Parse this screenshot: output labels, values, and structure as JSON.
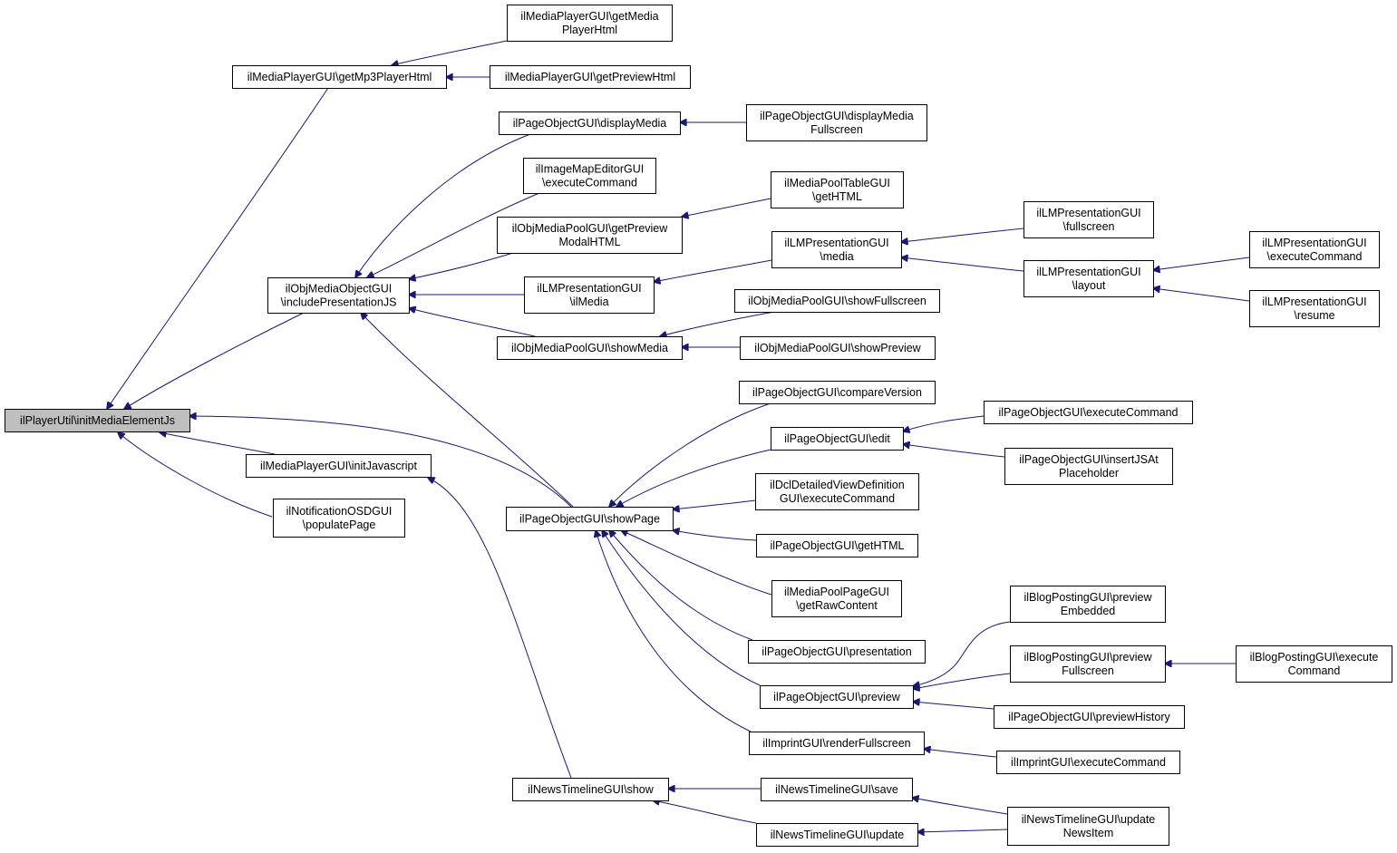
{
  "diagram": {
    "nodes": [
      {
        "id": "root",
        "lines": [
          "ilPlayerUtil\\initMediaElementJs"
        ],
        "root": true
      },
      {
        "id": "getMp3",
        "lines": [
          "ilMediaPlayerGUI\\getMp3PlayerHtml"
        ]
      },
      {
        "id": "getMediaPlayer",
        "lines": [
          "ilMediaPlayerGUI\\getMedia",
          "PlayerHtml"
        ]
      },
      {
        "id": "getPreviewHtml",
        "lines": [
          "ilMediaPlayerGUI\\getPreviewHtml"
        ]
      },
      {
        "id": "includePres",
        "lines": [
          "ilObjMediaObjectGUI",
          "\\includePresentationJS"
        ]
      },
      {
        "id": "displayMedia",
        "lines": [
          "ilPageObjectGUI\\displayMedia"
        ]
      },
      {
        "id": "displayMediaFull",
        "lines": [
          "ilPageObjectGUI\\displayMedia",
          "Fullscreen"
        ]
      },
      {
        "id": "imageMap",
        "lines": [
          "ilImageMapEditorGUI",
          "\\executeCommand"
        ]
      },
      {
        "id": "getPreviewModal",
        "lines": [
          "ilObjMediaPoolGUI\\getPreview",
          "ModalHTML"
        ]
      },
      {
        "id": "mediaPoolTable",
        "lines": [
          "ilMediaPoolTableGUI",
          "\\getHTML"
        ]
      },
      {
        "id": "lmMedia",
        "lines": [
          "ilLMPresentationGUI",
          "\\ilMedia"
        ]
      },
      {
        "id": "lmMedia2",
        "lines": [
          "ilLMPresentationGUI",
          "\\media"
        ]
      },
      {
        "id": "lmFullscreen",
        "lines": [
          "ilLMPresentationGUI",
          "\\fullscreen"
        ]
      },
      {
        "id": "lmLayout",
        "lines": [
          "ilLMPresentationGUI",
          "\\layout"
        ]
      },
      {
        "id": "lmExec",
        "lines": [
          "ilLMPresentationGUI",
          "\\executeCommand"
        ]
      },
      {
        "id": "lmResume",
        "lines": [
          "ilLMPresentationGUI",
          "\\resume"
        ]
      },
      {
        "id": "showFullscreen",
        "lines": [
          "ilObjMediaPoolGUI\\showFullscreen"
        ]
      },
      {
        "id": "showMedia",
        "lines": [
          "ilObjMediaPoolGUI\\showMedia"
        ]
      },
      {
        "id": "showPreview",
        "lines": [
          "ilObjMediaPoolGUI\\showPreview"
        ]
      },
      {
        "id": "initJs",
        "lines": [
          "ilMediaPlayerGUI\\initJavascript"
        ]
      },
      {
        "id": "notif",
        "lines": [
          "ilNotificationOSDGUI",
          "\\populatePage"
        ]
      },
      {
        "id": "showPage",
        "lines": [
          "ilPageObjectGUI\\showPage"
        ]
      },
      {
        "id": "compareVersion",
        "lines": [
          "ilPageObjectGUI\\compareVersion"
        ]
      },
      {
        "id": "edit",
        "lines": [
          "ilPageObjectGUI\\edit"
        ]
      },
      {
        "id": "pageExec",
        "lines": [
          "ilPageObjectGUI\\executeCommand"
        ]
      },
      {
        "id": "insertJS",
        "lines": [
          "ilPageObjectGUI\\insertJSAt",
          "Placeholder"
        ]
      },
      {
        "id": "dcl",
        "lines": [
          "ilDclDetailedViewDefinition",
          "GUI\\executeCommand"
        ]
      },
      {
        "id": "pageGetHTML",
        "lines": [
          "ilPageObjectGUI\\getHTML"
        ]
      },
      {
        "id": "mediaPoolPage",
        "lines": [
          "ilMediaPoolPageGUI",
          "\\getRawContent"
        ]
      },
      {
        "id": "presentation",
        "lines": [
          "ilPageObjectGUI\\presentation"
        ]
      },
      {
        "id": "preview",
        "lines": [
          "ilPageObjectGUI\\preview"
        ]
      },
      {
        "id": "blogEmbedded",
        "lines": [
          "ilBlogPostingGUI\\preview",
          "Embedded"
        ]
      },
      {
        "id": "blogFullscreen",
        "lines": [
          "ilBlogPostingGUI\\preview",
          "Fullscreen"
        ]
      },
      {
        "id": "blogExec",
        "lines": [
          "ilBlogPostingGUI\\execute",
          "Command"
        ]
      },
      {
        "id": "previewHistory",
        "lines": [
          "ilPageObjectGUI\\previewHistory"
        ]
      },
      {
        "id": "imprintRender",
        "lines": [
          "ilImprintGUI\\renderFullscreen"
        ]
      },
      {
        "id": "imprintExec",
        "lines": [
          "ilImprintGUI\\executeCommand"
        ]
      },
      {
        "id": "newsShow",
        "lines": [
          "ilNewsTimelineGUI\\show"
        ]
      },
      {
        "id": "newsSave",
        "lines": [
          "ilNewsTimelineGUI\\save"
        ]
      },
      {
        "id": "newsUpdate",
        "lines": [
          "ilNewsTimelineGUI\\update"
        ]
      },
      {
        "id": "newsUpdateItem",
        "lines": [
          "ilNewsTimelineGUI\\update",
          "NewsItem"
        ]
      }
    ],
    "edges": [
      {
        "from": "getMp3",
        "to": "root"
      },
      {
        "from": "includePres",
        "to": "root"
      },
      {
        "from": "showPage",
        "to": "root"
      },
      {
        "from": "initJs",
        "to": "root"
      },
      {
        "from": "notif",
        "to": "root"
      },
      {
        "from": "getMediaPlayer",
        "to": "getMp3"
      },
      {
        "from": "getPreviewHtml",
        "to": "getMp3"
      },
      {
        "from": "displayMedia",
        "to": "includePres"
      },
      {
        "from": "imageMap",
        "to": "includePres"
      },
      {
        "from": "getPreviewModal",
        "to": "includePres"
      },
      {
        "from": "lmMedia",
        "to": "includePres"
      },
      {
        "from": "showMedia",
        "to": "includePres"
      },
      {
        "from": "showPage",
        "to": "includePres"
      },
      {
        "from": "displayMediaFull",
        "to": "displayMedia"
      },
      {
        "from": "mediaPoolTable",
        "to": "getPreviewModal"
      },
      {
        "from": "lmMedia2",
        "to": "lmMedia"
      },
      {
        "from": "lmFullscreen",
        "to": "lmMedia2"
      },
      {
        "from": "lmLayout",
        "to": "lmMedia2"
      },
      {
        "from": "lmExec",
        "to": "lmLayout"
      },
      {
        "from": "lmResume",
        "to": "lmLayout"
      },
      {
        "from": "showFullscreen",
        "to": "showMedia"
      },
      {
        "from": "showPreview",
        "to": "showMedia"
      },
      {
        "from": "newsShow",
        "to": "initJs"
      },
      {
        "from": "compareVersion",
        "to": "showPage"
      },
      {
        "from": "edit",
        "to": "showPage"
      },
      {
        "from": "dcl",
        "to": "showPage"
      },
      {
        "from": "pageGetHTML",
        "to": "showPage"
      },
      {
        "from": "mediaPoolPage",
        "to": "showPage"
      },
      {
        "from": "presentation",
        "to": "showPage"
      },
      {
        "from": "preview",
        "to": "showPage"
      },
      {
        "from": "imprintRender",
        "to": "showPage"
      },
      {
        "from": "pageExec",
        "to": "edit"
      },
      {
        "from": "insertJS",
        "to": "edit"
      },
      {
        "from": "blogEmbedded",
        "to": "preview"
      },
      {
        "from": "blogFullscreen",
        "to": "preview"
      },
      {
        "from": "previewHistory",
        "to": "preview"
      },
      {
        "from": "blogExec",
        "to": "blogFullscreen"
      },
      {
        "from": "imprintExec",
        "to": "imprintRender"
      },
      {
        "from": "newsSave",
        "to": "newsShow"
      },
      {
        "from": "newsUpdate",
        "to": "newsShow"
      },
      {
        "from": "newsUpdateItem",
        "to": "newsSave"
      },
      {
        "from": "newsUpdateItem",
        "to": "newsUpdate"
      }
    ],
    "colors": {
      "edge": "#191970",
      "node_border": "#000000",
      "node_fill": "#ffffff",
      "root_fill": "#bfbfbf"
    }
  }
}
